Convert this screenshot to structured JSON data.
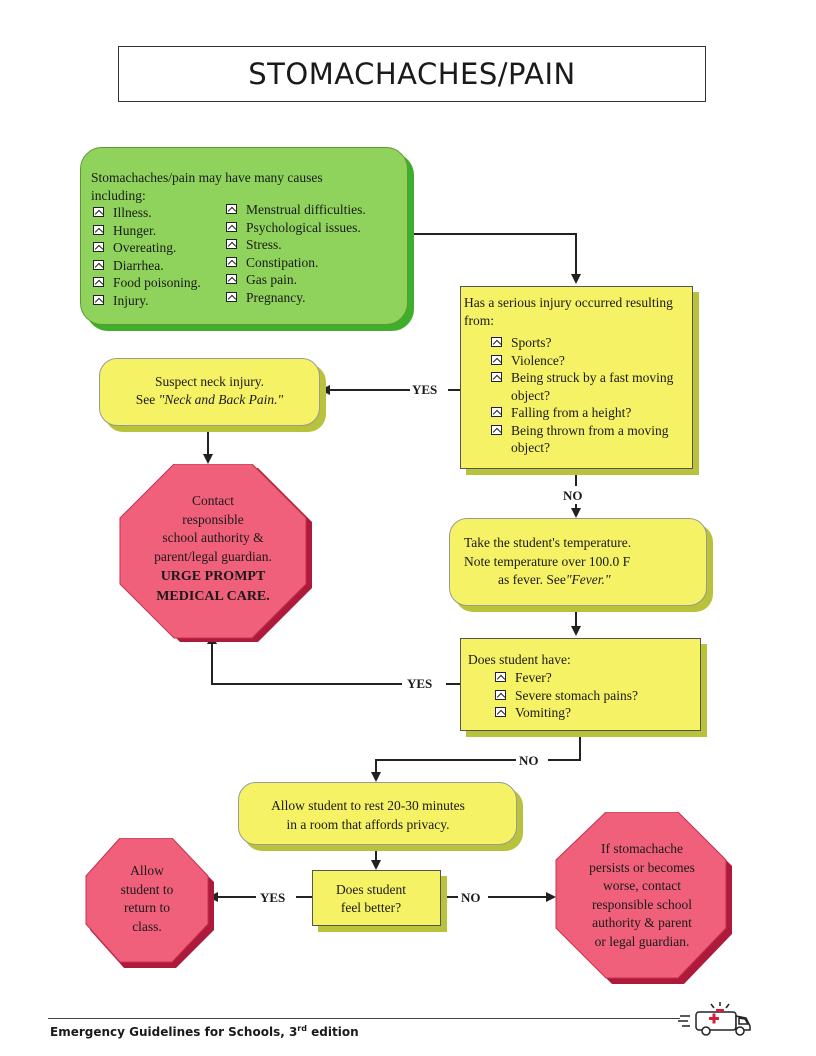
{
  "title": "STOMACHACHES/PAIN",
  "causes": {
    "intro": "Stomachaches/pain may have many causes including:",
    "left_items": [
      "Illness.",
      "Hunger.",
      "Overeating.",
      "Diarrhea.",
      "Food poisoning.",
      "Injury."
    ],
    "right_items": [
      "Menstrual difficulties.",
      "Psychological issues.",
      "Stress.",
      "Constipation.",
      "Gas pain.",
      "Pregnancy."
    ]
  },
  "injury": {
    "question": "Has a serious injury occurred resulting from:",
    "items": [
      "Sports?",
      "Violence?",
      "Being struck by a fast moving object?",
      "Falling from a height?",
      "Being thrown from a moving object?"
    ]
  },
  "neck": {
    "line1": "Suspect neck injury.",
    "see": "See ",
    "link": "\"Neck and Back Pain.\""
  },
  "contact_medical": {
    "line1": "Contact",
    "line2": "responsible",
    "line3": "school authority &",
    "line4": "parent/legal guardian.",
    "line5": "URGE PROMPT",
    "line6": "MEDICAL CARE."
  },
  "temperature": {
    "line1": "Take the student's temperature.",
    "line2": "Note temperature over 100.0 F",
    "line3": "as fever.  See",
    "link": "\"Fever.\""
  },
  "symptoms": {
    "question": "Does student have:",
    "items": [
      "Fever?",
      "Severe stomach pains?",
      "Vomiting?"
    ]
  },
  "rest": {
    "line1": "Allow student to rest 20-30 minutes",
    "line2": "in a room that affords privacy."
  },
  "better": {
    "line1": "Does student",
    "line2": "feel better?"
  },
  "return": {
    "line1": "Allow",
    "line2": "student to",
    "line3": "return to",
    "line4": "class."
  },
  "persists": {
    "line1": "If stomachache",
    "line2": "persists or becomes",
    "line3": "worse, contact",
    "line4": "responsible school",
    "line5": "authority & parent",
    "line6": "or legal guardian."
  },
  "labels": {
    "yes_neck": "YES",
    "no_temp": "NO",
    "yes_medical": "YES",
    "no_rest": "NO",
    "yes_return": "YES",
    "no_persists": "NO"
  },
  "footer": {
    "text": "Emergency Guidelines for Schools, 3",
    "sup": "rd",
    "suffix": " edition"
  },
  "colors": {
    "green": "#8fd35c",
    "yellow": "#f6f265",
    "red": "#f0607a"
  },
  "icons": [
    "checkbox-icon",
    "ambulance-icon"
  ]
}
